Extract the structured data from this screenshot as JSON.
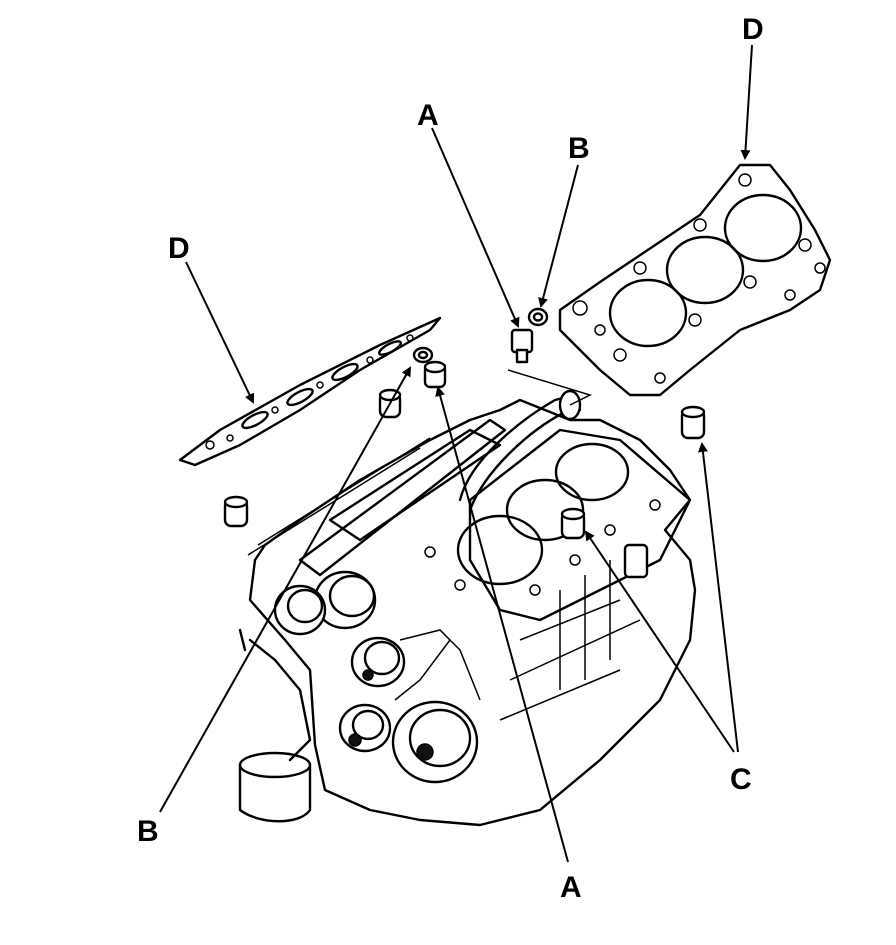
{
  "callouts": {
    "a_top": "A",
    "a_bottom": "A",
    "b_top": "B",
    "b_bottom": "B",
    "c": "C",
    "d_left": "D",
    "d_right": "D"
  }
}
